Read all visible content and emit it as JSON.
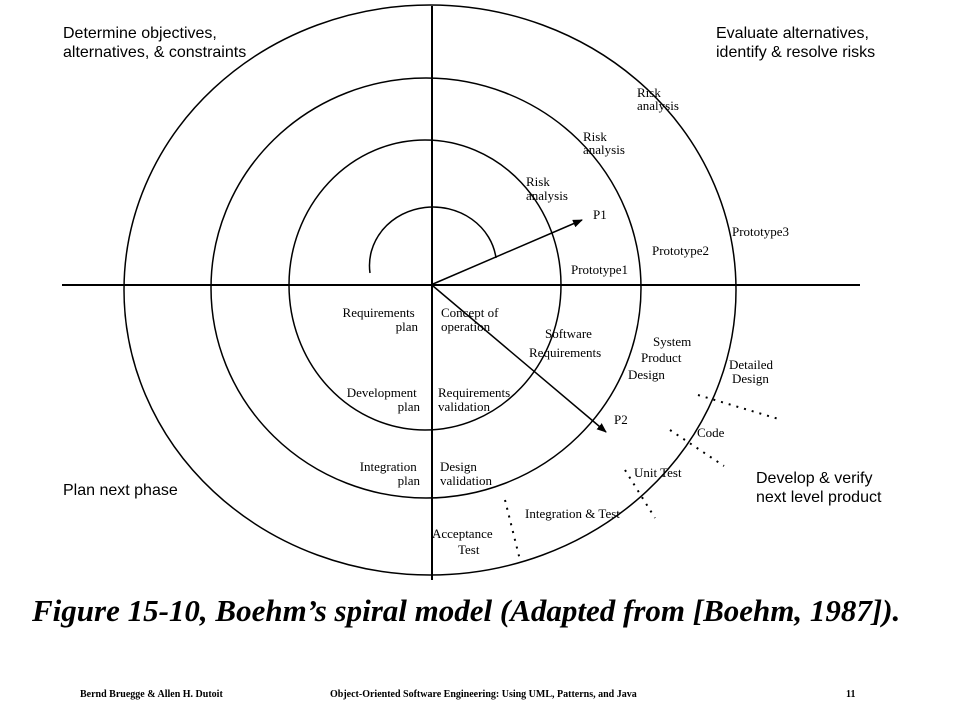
{
  "quadrants": {
    "top_left": [
      "Determine objectives,",
      "alternatives, & constraints"
    ],
    "top_right": [
      "Evaluate alternatives,",
      "identify & resolve risks"
    ],
    "bottom_left": [
      "Plan next phase"
    ],
    "bottom_right": [
      "Develop & verify",
      "next level product"
    ]
  },
  "risk_labels": [
    [
      "Risk",
      "analysis"
    ],
    [
      "Risk",
      "analysis"
    ],
    [
      "Risk",
      "analysis"
    ]
  ],
  "p1": "P1",
  "p2": "P2",
  "prototypes": [
    "Prototype1",
    "Prototype2",
    "Prototype3"
  ],
  "planning": [
    [
      "Requirements",
      "plan"
    ],
    [
      "Development",
      "plan"
    ],
    [
      "Integration",
      "plan"
    ]
  ],
  "engineering": [
    [
      "Concept of",
      "operation"
    ],
    [
      "Software",
      "Requirements"
    ],
    [
      "System",
      "Product",
      "Design"
    ],
    [
      "Detailed",
      "Design"
    ]
  ],
  "validation": [
    [
      "Requirements",
      "validation"
    ],
    [
      "Design",
      "validation"
    ]
  ],
  "testing": {
    "code": "Code",
    "unit_test": "Unit Test",
    "integration_test": "Integration & Test",
    "acceptance": [
      "Acceptance",
      "Test"
    ]
  },
  "caption": "Figure 15-10, Boehm’s spiral model (Adapted from [Boehm, 1987]).",
  "footer": {
    "left": "Bernd Bruegge & Allen H. Dutoit",
    "center": "Object-Oriented Software Engineering: Using UML, Patterns, and Java",
    "page": "11"
  }
}
